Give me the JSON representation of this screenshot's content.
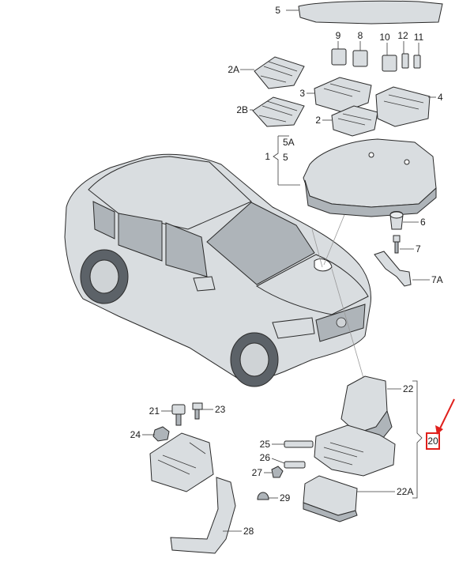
{
  "diagram": {
    "labels": {
      "l5": "5",
      "l9": "9",
      "l8": "8",
      "l10": "10",
      "l12": "12",
      "l11": "11",
      "l2A": "2A",
      "l3": "3",
      "l4": "4",
      "l2B": "2B",
      "l2": "2",
      "l5A": "5A",
      "l1": "1",
      "l5b": "5",
      "l6": "6",
      "l7": "7",
      "l7A": "7A",
      "l22": "22",
      "l21": "21",
      "l23": "23",
      "l24": "24",
      "l25": "25",
      "l26": "26",
      "l27": "27",
      "l29": "29",
      "l22A": "22A",
      "l28": "28",
      "l20": "20"
    },
    "highlight_color": "#e0201c"
  }
}
